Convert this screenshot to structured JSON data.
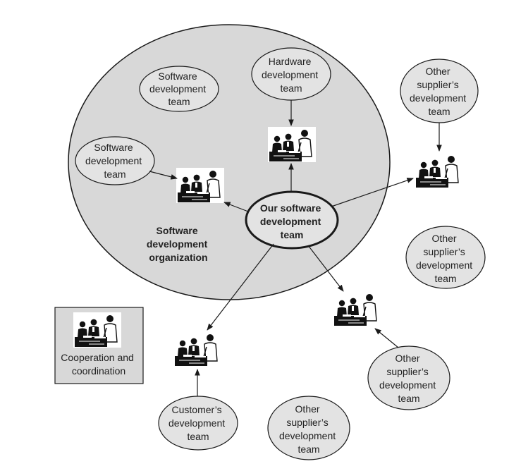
{
  "diagram": {
    "organization_label": [
      "Software",
      "development",
      "organization"
    ],
    "nodes": {
      "our_team": [
        "Our software",
        "development",
        "team"
      ],
      "sw_team_top": [
        "Software",
        "development",
        "team"
      ],
      "sw_team_left": [
        "Software",
        "development",
        "team"
      ],
      "hw_team": [
        "Hardware",
        "development",
        "team"
      ],
      "supplier_top_right": [
        "Other",
        "supplier’s",
        "development",
        "team"
      ],
      "supplier_mid_right": [
        "Other",
        "supplier’s",
        "development",
        "team"
      ],
      "supplier_bottom_right": [
        "Other",
        "supplier’s",
        "development",
        "team"
      ],
      "supplier_bottom_center": [
        "Other",
        "supplier’s",
        "development",
        "team"
      ],
      "customer_team": [
        "Customer’s",
        "development",
        "team"
      ]
    },
    "legend": {
      "label": [
        "Cooperation and",
        "coordination"
      ],
      "icon": "meeting-icon"
    }
  },
  "colors": {
    "org_fill": "#d8d8d8",
    "node_fill": "#e3e3e3",
    "stroke": "#1a1a1a"
  }
}
